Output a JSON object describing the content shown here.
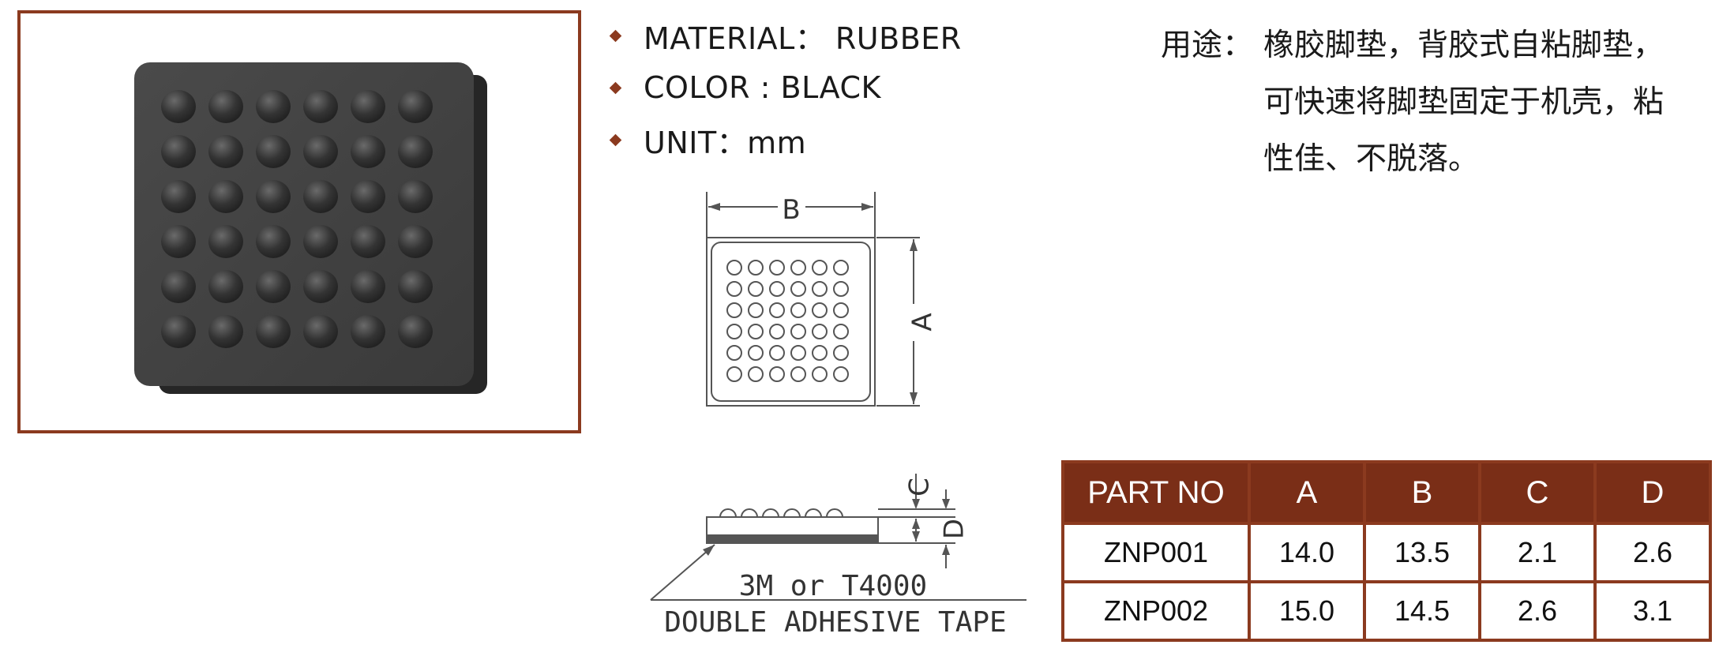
{
  "specs": [
    {
      "text": "MATERIAL：  RUBBER"
    },
    {
      "text": "COLOR : BLACK"
    },
    {
      "text": "UNIT：mm"
    }
  ],
  "usage": {
    "label": "用途：",
    "lines": [
      "橡胶脚垫，背胶式自粘脚垫，",
      "可快速将脚垫固定于机壳，粘",
      "性佳、不脱落。"
    ]
  },
  "drawing": {
    "label_b": "B",
    "label_a": "A",
    "label_c": "C",
    "label_d": "D",
    "tape_line1": "3M  or  T4000",
    "tape_line2": "DOUBLE  ADHESIVE  TAPE"
  },
  "table": {
    "headers": [
      "PART NO",
      "A",
      "B",
      "C",
      "D"
    ],
    "rows": [
      [
        "ZNP001",
        "14.0",
        "13.5",
        "2.1",
        "2.6"
      ],
      [
        "ZNP002",
        "15.0",
        "14.5",
        "2.6",
        "3.1"
      ]
    ]
  },
  "colors": {
    "accent": "#8b3a1f",
    "header_bg": "#7a2e17",
    "rubber": "#3f3f3f"
  },
  "icons": {
    "bullet": "diamond-bullet-icon"
  }
}
